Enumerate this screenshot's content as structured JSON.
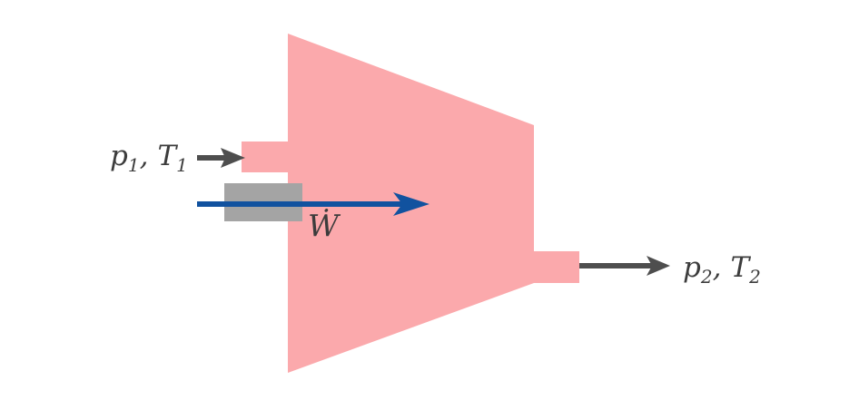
{
  "canvas": {
    "width": "946",
    "height": "452",
    "background": "#ffffff"
  },
  "diagram": {
    "type": "turbine-control-volume-schematic",
    "colors": {
      "body": "#fba9ac",
      "shaft_block": "#a4a4a4",
      "work_arrow": "#11529f",
      "flow_arrow": "#4e4e4e",
      "text": "#3c3c3c"
    },
    "labels": {
      "inlet": {
        "var1": "p",
        "sub1": "1",
        "sep": ",",
        "var2": "T",
        "sub2": "1"
      },
      "outlet": {
        "var1": "p",
        "sub1": "2",
        "sep": ",",
        "var2": "T",
        "sub2": "2"
      },
      "work": {
        "symbol": "Ẇ"
      }
    }
  }
}
